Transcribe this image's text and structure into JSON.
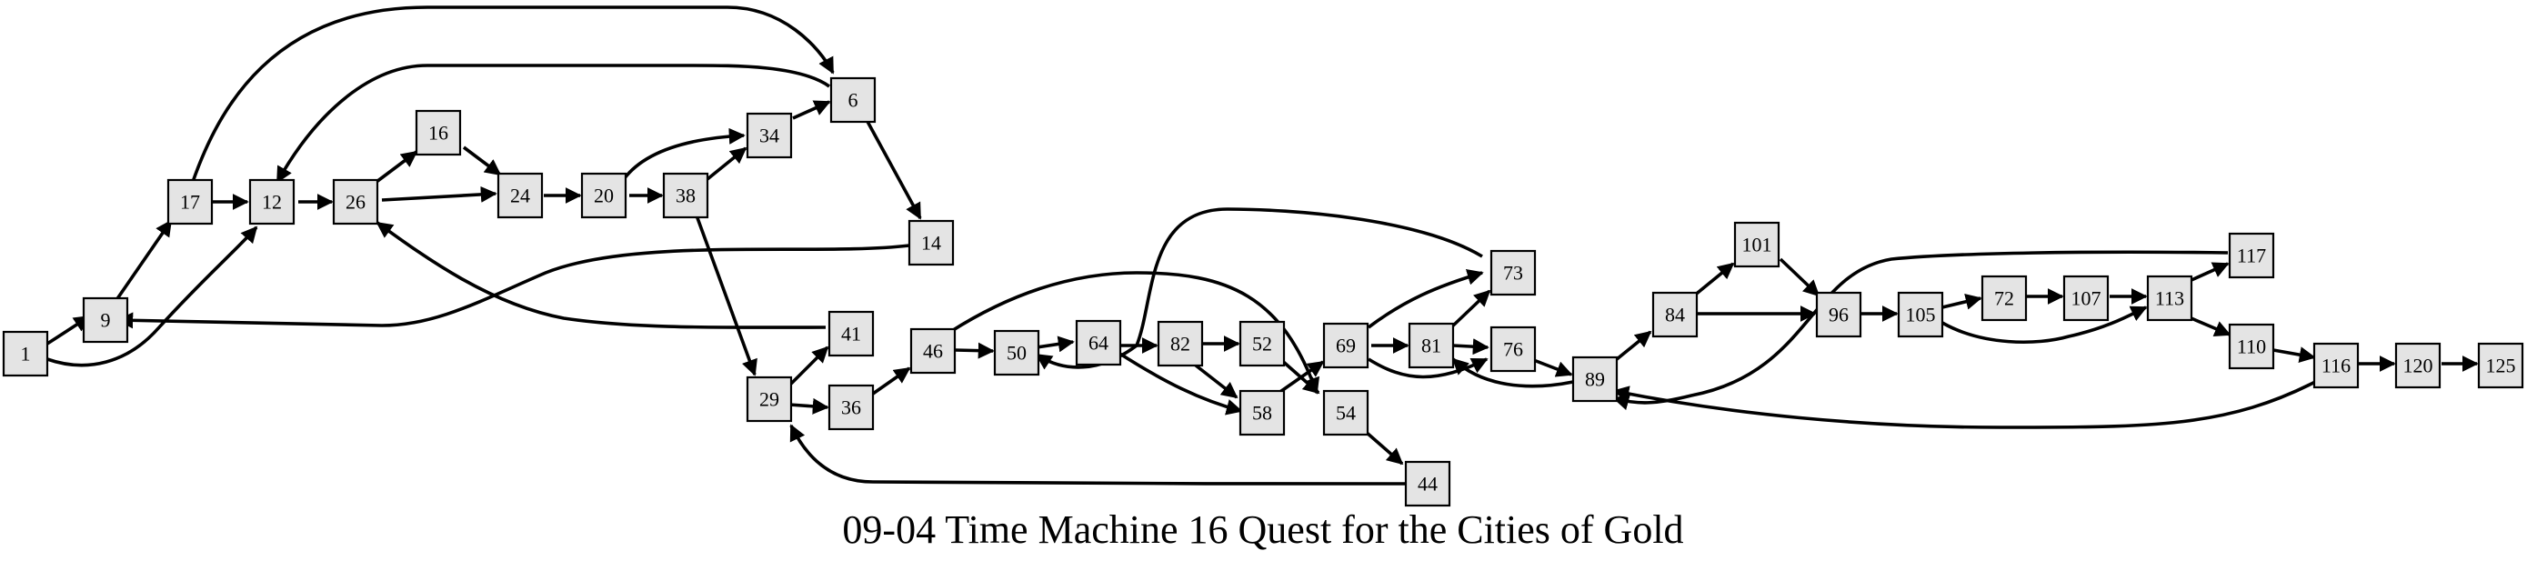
{
  "title": "09-04 Time Machine 16 Quest for the Cities of Gold",
  "nodes": [
    "1",
    "9",
    "17",
    "12",
    "26",
    "16",
    "24",
    "20",
    "38",
    "34",
    "6",
    "14",
    "29",
    "41",
    "36",
    "46",
    "50",
    "64",
    "82",
    "52",
    "58",
    "54",
    "44",
    "69",
    "81",
    "73",
    "76",
    "89",
    "84",
    "101",
    "96",
    "105",
    "72",
    "107",
    "113",
    "117",
    "110",
    "116",
    "120",
    "125"
  ],
  "edges": [
    [
      "1",
      "9"
    ],
    [
      "1",
      "12"
    ],
    [
      "9",
      "17"
    ],
    [
      "17",
      "12"
    ],
    [
      "17",
      "6"
    ],
    [
      "12",
      "26"
    ],
    [
      "26",
      "16"
    ],
    [
      "26",
      "24"
    ],
    [
      "16",
      "24"
    ],
    [
      "24",
      "20"
    ],
    [
      "20",
      "34"
    ],
    [
      "20",
      "38"
    ],
    [
      "38",
      "34"
    ],
    [
      "38",
      "29"
    ],
    [
      "34",
      "6"
    ],
    [
      "6",
      "12"
    ],
    [
      "6",
      "14"
    ],
    [
      "14",
      "9"
    ],
    [
      "41",
      "26"
    ],
    [
      "29",
      "41"
    ],
    [
      "29",
      "36"
    ],
    [
      "36",
      "46"
    ],
    [
      "46",
      "50"
    ],
    [
      "46",
      "54"
    ],
    [
      "50",
      "64"
    ],
    [
      "64",
      "82"
    ],
    [
      "64",
      "58"
    ],
    [
      "82",
      "52"
    ],
    [
      "82",
      "58"
    ],
    [
      "52",
      "54"
    ],
    [
      "58",
      "69"
    ],
    [
      "54",
      "44"
    ],
    [
      "44",
      "29"
    ],
    [
      "69",
      "81"
    ],
    [
      "69",
      "73"
    ],
    [
      "69",
      "76"
    ],
    [
      "81",
      "73"
    ],
    [
      "81",
      "76"
    ],
    [
      "73",
      "50"
    ],
    [
      "76",
      "89"
    ],
    [
      "89",
      "81"
    ],
    [
      "89",
      "84"
    ],
    [
      "84",
      "101"
    ],
    [
      "84",
      "96"
    ],
    [
      "101",
      "96"
    ],
    [
      "96",
      "105"
    ],
    [
      "105",
      "72"
    ],
    [
      "105",
      "113"
    ],
    [
      "72",
      "107"
    ],
    [
      "107",
      "113"
    ],
    [
      "113",
      "117"
    ],
    [
      "113",
      "110"
    ],
    [
      "117",
      "89"
    ],
    [
      "110",
      "116"
    ],
    [
      "116",
      "120"
    ],
    [
      "116",
      "89"
    ],
    [
      "120",
      "125"
    ]
  ]
}
